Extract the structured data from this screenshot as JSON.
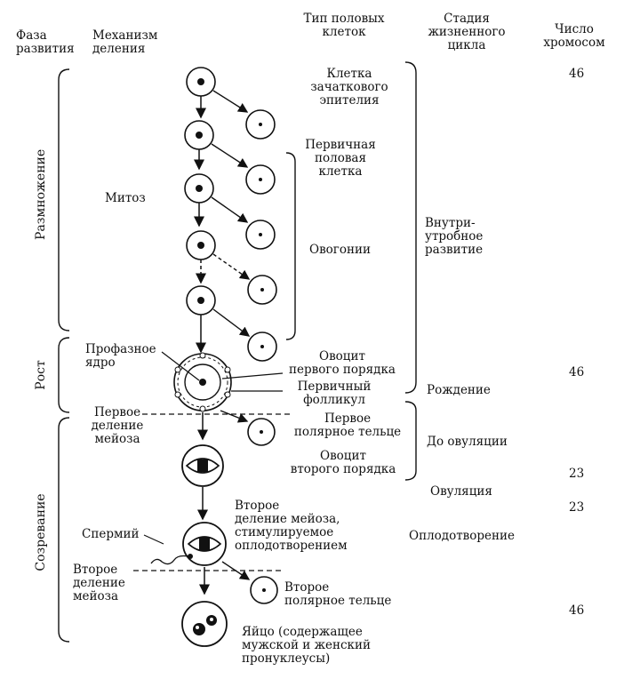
{
  "headers": {
    "phase": "Фаза\nразвития",
    "mechanism": "Механизм\nделения",
    "cell_type": "Тип половых\nклеток",
    "stage": "Стадия\nжизненного\nцикла",
    "chromosomes": "Число\nхромосом"
  },
  "phases": {
    "reproduction": "Размножение",
    "growth": "Рост",
    "maturation": "Созревание"
  },
  "mechanisms": {
    "mitosis": "Митоз",
    "prophase_nucleus": "Профазное\nядро",
    "first_meiosis": "Первое\nделение\nмейоза",
    "sperm": "Спермий",
    "second_meiosis": "Второе\nделение\nмейоза"
  },
  "cell_types": {
    "germinal_epithelium": "Клетка\nзачаткового\nэпителия",
    "primary_germ_cell": "Первичная\nполовая\nклетка",
    "oogonia": "Овогонии",
    "primary_oocyte": "Овоцит\nпервого порядка",
    "primary_follicle": "Первичный\nфолликул",
    "first_polar_body": "Первое\nполярное тельце",
    "secondary_oocyte": "Овоцит\nвторого порядка",
    "second_meiosis_fert": "Второе\nделение мейоза,\nстимулируемое\nоплодотворением",
    "second_polar_body": "Второе\nполярное тельце",
    "egg": "Яйцо (содержащее\nмужской и женский\nпронуклеусы)"
  },
  "stages": {
    "intrauterine": "Внутри-\nутробное\nразвитие",
    "birth": "Рождение",
    "before_ovulation": "До овуляции",
    "ovulation": "Овуляция",
    "fertilization": "Оплодотворение"
  },
  "chromosomes": {
    "c1": "46",
    "c2": "46",
    "c3": "23",
    "c4": "23",
    "c5": "46"
  }
}
